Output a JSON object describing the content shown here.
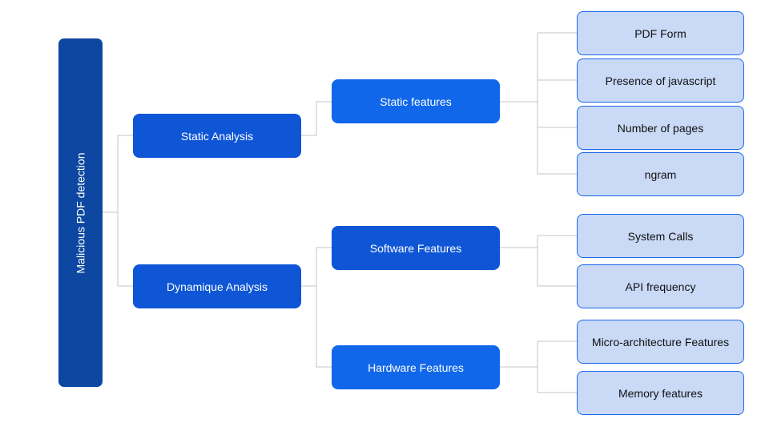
{
  "diagram": {
    "root": {
      "label": "Malicious PDF detection"
    },
    "static_analysis": {
      "label": "Static Analysis"
    },
    "dynamic_analysis": {
      "label": "Dynamique Analysis"
    },
    "static_features": {
      "label": "Static features"
    },
    "software_features": {
      "label": "Software Features"
    },
    "hardware_features": {
      "label": "Hardware Features"
    },
    "static_leaves": [
      "PDF Form",
      "Presence of javascript",
      "Number of pages",
      "ngram"
    ],
    "software_leaves": [
      "System Calls",
      "API frequency"
    ],
    "hardware_leaves": [
      "Micro-architecture Features",
      "Memory features"
    ],
    "colors": {
      "root": "#0d47a1",
      "level1": "#0f56d6",
      "level2": "#1167e9",
      "leaf_fill": "#c9d9f6",
      "leaf_border": "#1967e9",
      "connector": "#c4c4c4"
    }
  }
}
